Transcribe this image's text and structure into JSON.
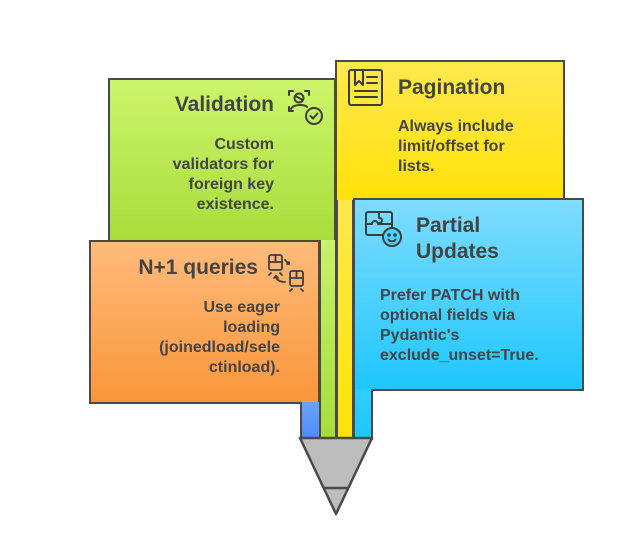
{
  "diagram": {
    "type": "pencil-infographic",
    "sections": [
      {
        "id": "validation",
        "title": "Validation",
        "description": "Custom validators for foreign key existence.",
        "description_lines": [
          "Custom",
          "validators for",
          "foreign key",
          "existence."
        ],
        "icon": "person-scan-check-icon",
        "color": "#b5e64e"
      },
      {
        "id": "pagination",
        "title": "Pagination",
        "description": "Always include limit/offset for lists.",
        "description_lines": [
          "Always include",
          "limit/offset for",
          "lists."
        ],
        "icon": "document-bookmark-icon",
        "color": "#ffe42a"
      },
      {
        "id": "n-plus-1",
        "title": "N+1 queries",
        "description": "Use eager loading (joinedload/selectinload).",
        "description_lines": [
          "Use eager",
          "loading",
          "(joinedload/sele",
          "ctinload)."
        ],
        "icon": "train-swap-icon",
        "color": "#fca556"
      },
      {
        "id": "partial-updates",
        "title": "Partial Updates",
        "title_lines": [
          "Partial",
          "Updates"
        ],
        "description": "Prefer PATCH with optional fields via Pydantic's exclude_unset=True.",
        "description_lines": [
          "Prefer PATCH with",
          "optional fields via",
          "Pydantic's",
          "exclude_unset=True."
        ],
        "icon": "puzzle-face-icon",
        "color": "#3fcefd"
      }
    ],
    "pencil": {
      "strip_colors": [
        "#5a94fc",
        "#b5e64e",
        "#ffe42a",
        "#25cbfd"
      ],
      "tip_color": "#bdbdbd",
      "outline_color": "#4a4a4a"
    }
  }
}
